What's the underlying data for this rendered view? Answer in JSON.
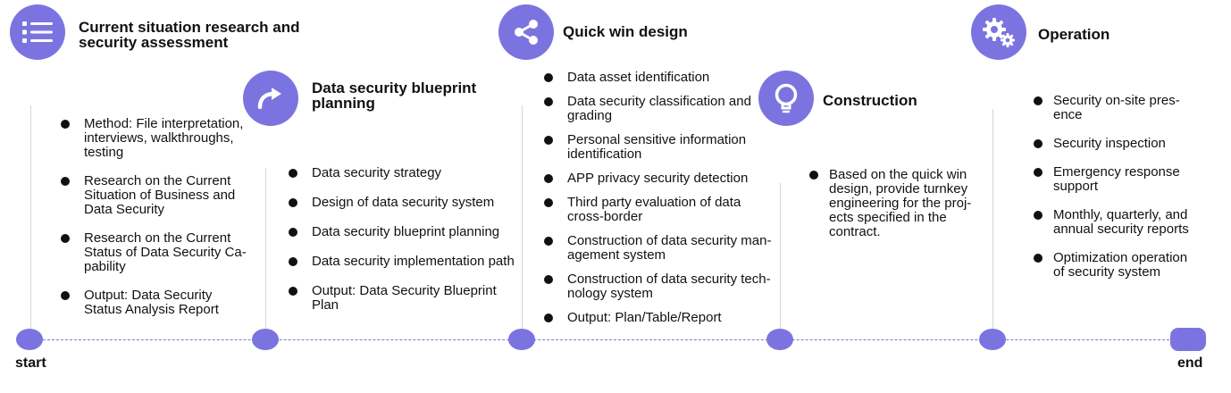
{
  "stages": [
    {
      "title": "Current situation research and security assessment",
      "icon": "list-icon",
      "items": [
        "Method: File interpretation, interviews, walkthroughs, testing",
        "Research on the Current Situation of Business and Data Security",
        "Research on the Current Status of Data Security Ca-pability",
        "Output: Data Security Status Analysis Report"
      ]
    },
    {
      "title": "Data security blueprint planning",
      "icon": "forward-arrow-icon",
      "items": [
        "Data security strategy",
        "Design of data security system",
        "Data security blueprint planning",
        "Data security implementation path",
        "Output: Data Security Blueprint Plan"
      ]
    },
    {
      "title": "Quick win design",
      "icon": "share-icon",
      "items": [
        "Data asset identification",
        "Data security classification and grading",
        "Personal sensitive information identification",
        "APP privacy security detection",
        "Third party evaluation of data cross-border",
        "Construction of data security man-agement system",
        "Construction of data security tech-nology system",
        "Output: Plan/Table/Report"
      ]
    },
    {
      "title": "Construction",
      "icon": "lightbulb-icon",
      "items": [
        "Based on the quick win design, provide turnkey engineering for the proj-ects specified in the contract."
      ]
    },
    {
      "title": "Operation",
      "icon": "gears-icon",
      "items": [
        "Security on-site pres-ence",
        "Security inspection",
        "Emergency response support",
        "Monthly, quarterly, and annual security reports",
        "Optimization operation of security system"
      ]
    }
  ],
  "timeline": {
    "start_label": "start",
    "end_label": "end"
  },
  "colors": {
    "accent": "#7b74e0",
    "text": "#111111",
    "divider": "#d6d6d6"
  }
}
